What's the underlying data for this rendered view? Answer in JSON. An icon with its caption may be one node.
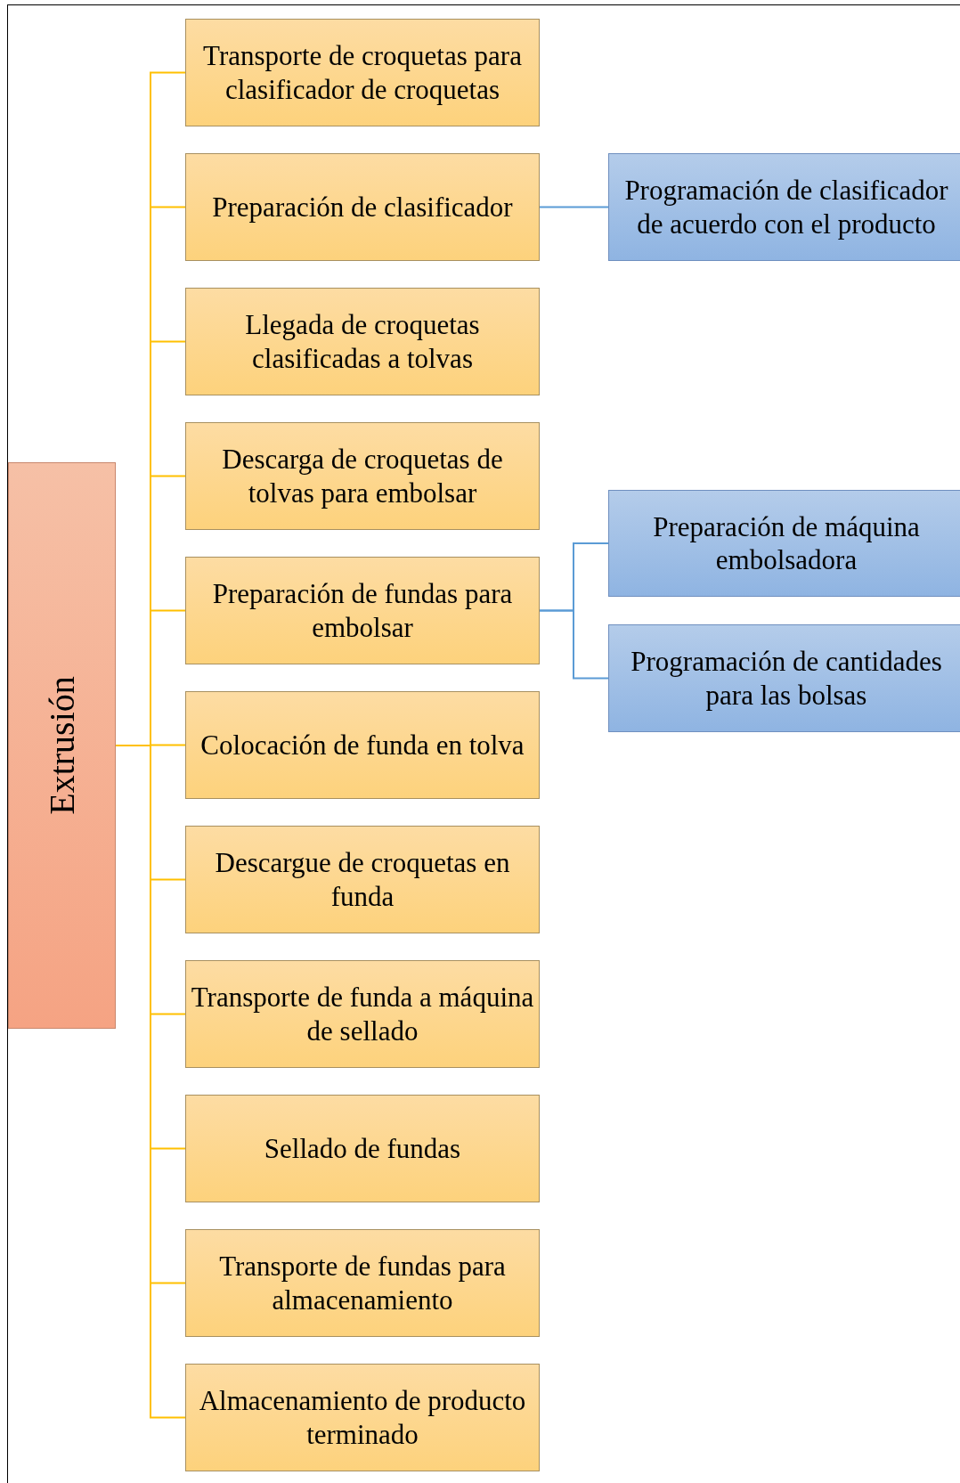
{
  "diagram": {
    "nodes": [
      {
        "text": [
          "Extrusión"
        ]
      },
      {
        "text": [
          "Transporte de croquetas para clasificador de croquetas"
        ]
      },
      {
        "text": [
          "Preparación de clasificador"
        ]
      },
      {
        "text": [
          "Llegada de croquetas clasificadas a tolvas"
        ]
      },
      {
        "text": [
          "Descarga de croquetas de tolvas para embolsar"
        ]
      },
      {
        "text": [
          "Preparación de fundas para embolsar"
        ]
      },
      {
        "text": [
          "Colocación de funda en tolva"
        ]
      },
      {
        "text": [
          "Descargue de croquetas en funda"
        ]
      },
      {
        "text": [
          "Transporte de funda a máquina de sellado"
        ]
      },
      {
        "text": [
          "Sellado de fundas"
        ]
      },
      {
        "text": [
          "Transporte de fundas para almacenamiento"
        ]
      },
      {
        "text": [
          "Almacenamiento de producto terminado"
        ]
      },
      {
        "text": [
          "Programación de clasificador de acuerdo con el producto"
        ]
      },
      {
        "text": [
          "Preparación de máquina embolsadora"
        ]
      },
      {
        "text": [
          "Programación de cantidades para las bolsas"
        ]
      }
    ],
    "edges": [
      {
        "from": 0,
        "to": 1,
        "arrow": "none"
      },
      {
        "from": 0,
        "to": 2,
        "arrow": "none"
      },
      {
        "from": 0,
        "to": 3,
        "arrow": "none"
      },
      {
        "from": 0,
        "to": 4,
        "arrow": "none"
      },
      {
        "from": 0,
        "to": 5,
        "arrow": "none"
      },
      {
        "from": 0,
        "to": 6,
        "arrow": "none"
      },
      {
        "from": 0,
        "to": 7,
        "arrow": "none"
      },
      {
        "from": 0,
        "to": 8,
        "arrow": "none"
      },
      {
        "from": 0,
        "to": 9,
        "arrow": "none"
      },
      {
        "from": 0,
        "to": 10,
        "arrow": "none"
      },
      {
        "from": 0,
        "to": 11,
        "arrow": "none"
      },
      {
        "from": 2,
        "to": 12,
        "arrow": "none",
        "color": "#5b9bd5"
      },
      {
        "from": 5,
        "to": 13,
        "arrow": "none",
        "color": "#5b9bd5"
      },
      {
        "from": 5,
        "to": 14,
        "arrow": "none",
        "color": "#5b9bd5"
      }
    ]
  }
}
